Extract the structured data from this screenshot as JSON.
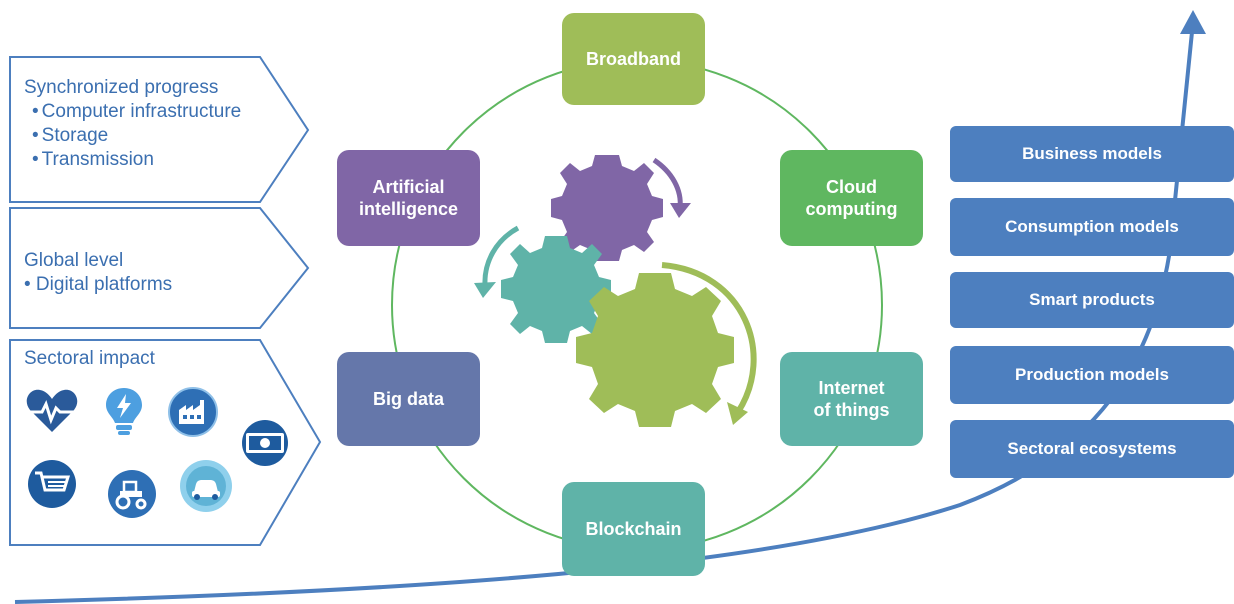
{
  "colors": {
    "panel_border": "#4d7fbf",
    "panel_text": "#3b6fb0",
    "ring": "#5fb760",
    "arrow": "#4d7fbf",
    "broadband": "#9fbd58",
    "cloud": "#5fb760",
    "iot": "#5fb3a8",
    "blockchain": "#5fb3a8",
    "bigdata": "#6577aa",
    "ai": "#8066a6",
    "gear_purple": "#8066a6",
    "gear_teal": "#5fb3a8",
    "gear_green": "#9fbd58",
    "model_box": "#4d7fbf"
  },
  "left_panels": {
    "progress": {
      "title": "Synchronized progress",
      "items": [
        "Computer infrastructure",
        "Storage",
        "Transmission"
      ]
    },
    "global": {
      "title": "Global level",
      "item": "• Digital platforms"
    },
    "sectoral": {
      "title": "Sectoral impact",
      "icons": [
        "heart-rate-icon",
        "lightbulb-icon",
        "factory-icon",
        "money-icon",
        "shopping-cart-icon",
        "tractor-icon",
        "car-icon"
      ]
    }
  },
  "nodes": {
    "broadband": "Broadband",
    "cloud": "Cloud\ncomputing",
    "iot": "Internet\nof things",
    "blockchain": "Blockchain",
    "bigdata": "Big data",
    "ai": "Artificial\nintelligence"
  },
  "models": [
    "Business models",
    "Consumption models",
    "Smart products",
    "Production models",
    "Sectoral ecosystems"
  ]
}
